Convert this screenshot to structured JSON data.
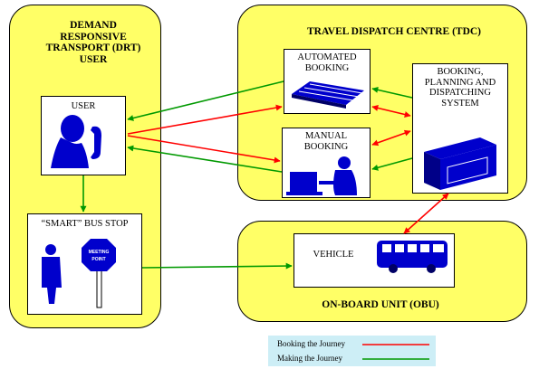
{
  "panels": {
    "drt_user": "DEMAND RESPONSIVE TRANSPORT (DRT) USER",
    "tdc": "TRAVEL DISPATCH CENTRE (TDC)",
    "obu": "ON-BOARD UNIT (OBU)"
  },
  "boxes": {
    "user": "USER",
    "automated_booking": "AUTOMATED BOOKING",
    "manual_booking": "MANUAL BOOKING",
    "bps": "BOOKING, PLANNING AND DISPATCHING SYSTEM",
    "smart_bus_stop": "“SMART” BUS STOP",
    "vehicle": "VEHICLE"
  },
  "sign": {
    "line1": "MEETING",
    "line2": "POINT"
  },
  "legend": {
    "booking": "Booking the Journey",
    "making": "Making the Journey"
  },
  "colors": {
    "panel_fill": "#ffff66",
    "booking_arrow": "#ff0000",
    "making_arrow": "#009900",
    "icon_blue": "#0000cc",
    "legend_bg": "#cdeef6"
  },
  "icons": [
    "user-phone-icon",
    "keyboard-icon",
    "operator-computer-icon",
    "server-icon",
    "pedestrian-icon",
    "meeting-point-sign-icon",
    "bus-icon"
  ]
}
